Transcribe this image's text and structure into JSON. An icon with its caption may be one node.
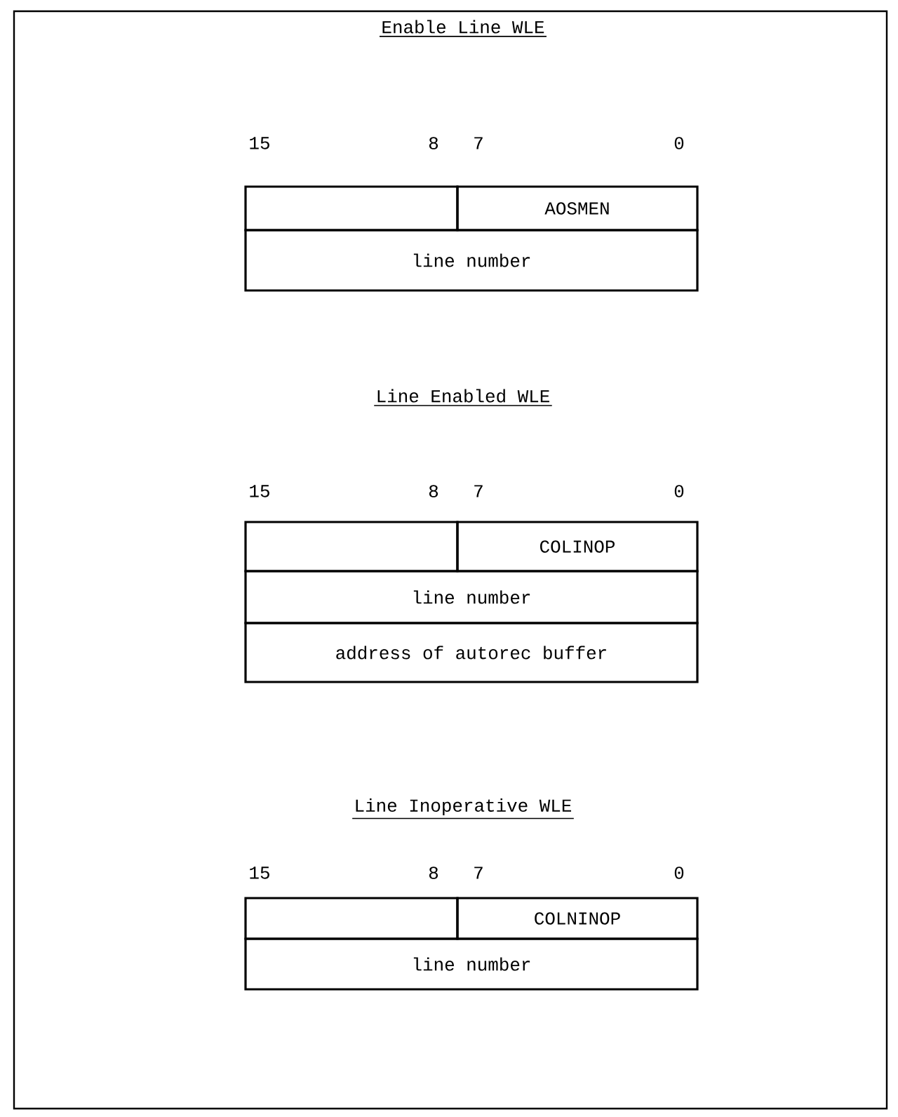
{
  "diagram": {
    "nodes": [
      {
        "text": [],
        "shape": "box"
      },
      {
        "text": [
          "AOSMEN"
        ]
      },
      {
        "text": [
          "line number"
        ]
      },
      {
        "text": [],
        "shape": "box"
      },
      {
        "text": [
          "COLINOP"
        ]
      },
      {
        "text": [
          "line number"
        ]
      },
      {
        "text": [
          "address of autorec buffer"
        ]
      },
      {
        "text": [],
        "shape": "box"
      },
      {
        "text": [
          "COLNINOP"
        ]
      },
      {
        "text": [
          "line number"
        ]
      }
    ],
    "labels": [
      "Enable Line WLE",
      "15",
      "8",
      "7",
      "0",
      "Line Enabled WLE",
      "15",
      "8",
      "7",
      "0",
      "Line Inoperative WLE",
      "15",
      "8",
      "7",
      "0"
    ]
  }
}
